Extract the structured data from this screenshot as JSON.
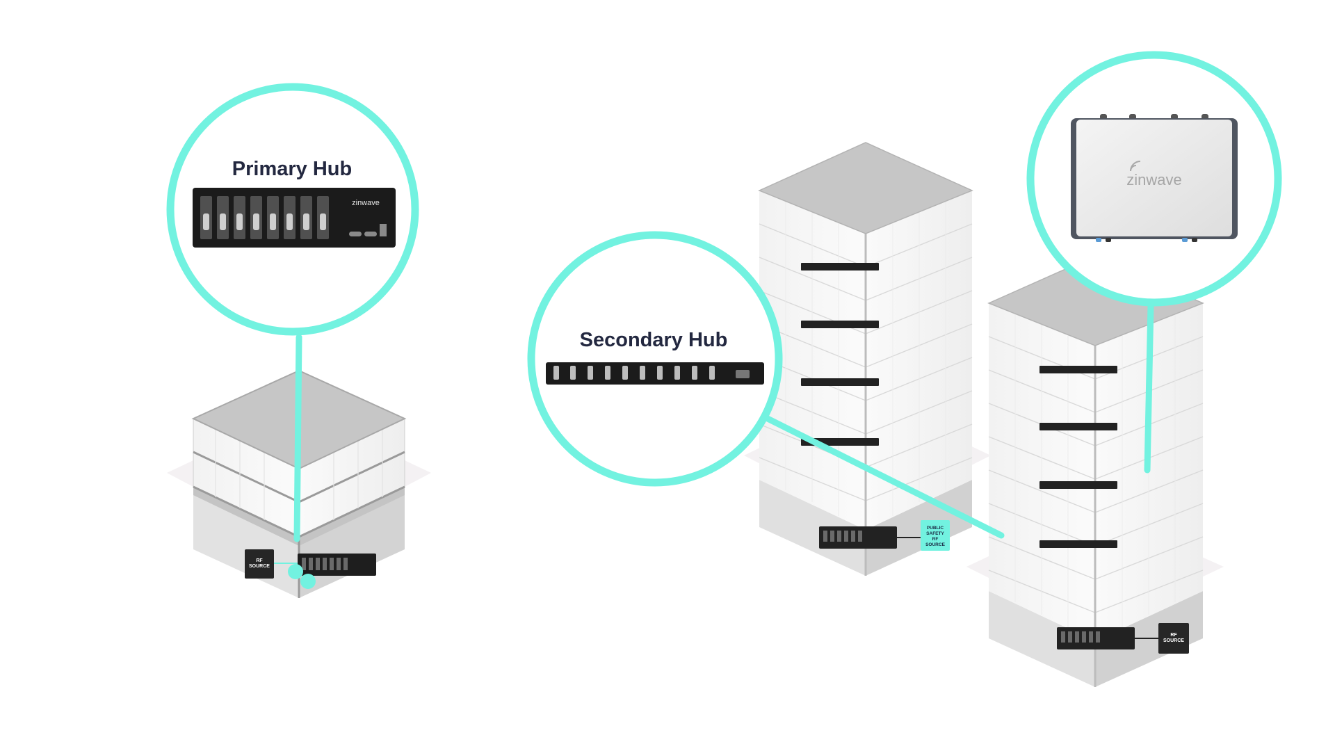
{
  "colors": {
    "accent": "#72f2e0",
    "hub_dark": "#1b1b1b",
    "roof": "#c8c8c8",
    "glass": "#f6f6f6",
    "base": "#c9c9c9",
    "title": "#232840"
  },
  "callouts": {
    "primary": {
      "title": "Primary Hub",
      "logo": "zinwave"
    },
    "secondary": {
      "title": "Secondary Hub"
    },
    "remote": {
      "logo": "zinwave"
    }
  },
  "sources": {
    "left": {
      "line1": "RF",
      "line2": "SOURCE"
    },
    "middle": {
      "line1": "PUBLIC",
      "line2": "SAFETY",
      "line3": "RF",
      "line4": "SOURCE"
    },
    "right": {
      "line1": "RF",
      "line2": "SOURCE"
    }
  },
  "icons": [
    "zinwave-signal-icon"
  ]
}
